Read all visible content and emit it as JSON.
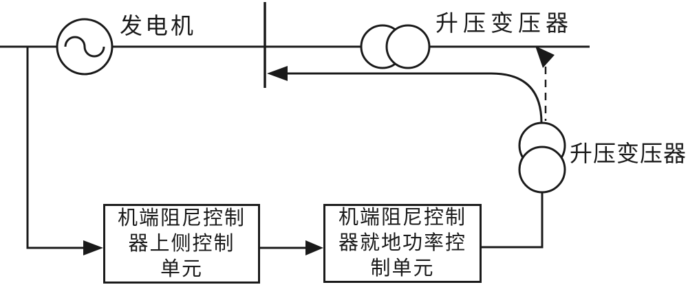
{
  "colors": {
    "line": "#1a1a1a",
    "background": "#ffffff"
  },
  "labels": {
    "generator": "发电机",
    "top_transformer": "升压变压器",
    "right_transformer": "升压变压器"
  },
  "boxes": {
    "upper_side_control": {
      "lines": [
        "机端阻尼控制",
        "器上侧控制",
        "单元"
      ]
    },
    "local_power_control": {
      "lines": [
        "机端阻尼控制",
        "器就地功率控",
        "制单元"
      ]
    }
  },
  "icons": {
    "generator_symbol": "ac-generator-icon",
    "top_transformer_symbol": "two-winding-transformer-icon",
    "right_transformer_symbol": "two-winding-transformer-icon",
    "feedback_arrow": "arrow-left-icon",
    "dashed_signal_arrow": "arrow-up-dashed-icon",
    "control_arrows": "arrow-right-icon"
  }
}
